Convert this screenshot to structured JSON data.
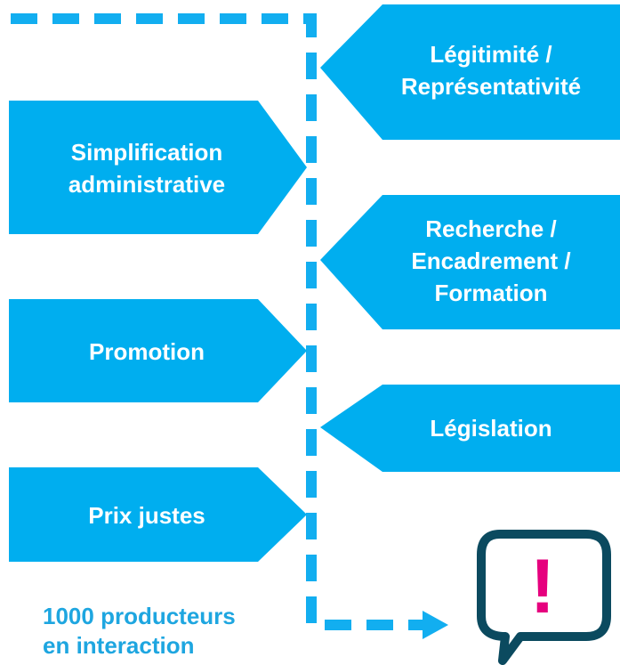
{
  "colors": {
    "arrow_fill": "#00aeef",
    "connector": "#12aef0",
    "caption": "#1ea6e0",
    "bubble": "#0b4a5f",
    "exclamation": "#e6007e"
  },
  "left_arrows": [
    {
      "label": "Simplification\nadministrative"
    },
    {
      "label": "Promotion"
    },
    {
      "label": "Prix justes"
    }
  ],
  "right_arrows": [
    {
      "label": "Légitimité /\nReprésentativité"
    },
    {
      "label": "Recherche /\nEncadrement /\nFormation"
    },
    {
      "label": "Législation"
    }
  ],
  "caption": "1000 producteurs\nen interaction",
  "speech_bubble": {
    "icon": "speech-bubble-alert-icon",
    "symbol": "!"
  }
}
